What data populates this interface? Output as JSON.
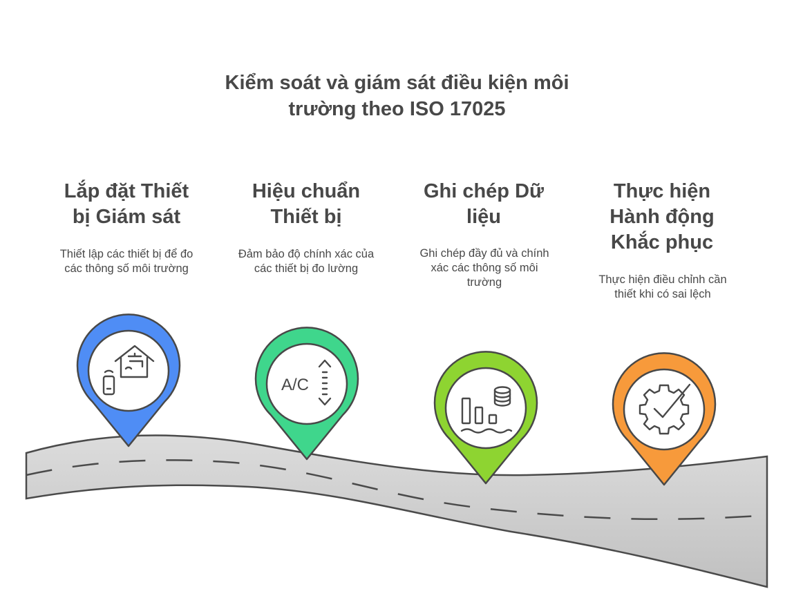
{
  "title_line1": "Kiểm soát và giám sát điều kiện môi",
  "title_line2": "trường theo ISO 17025",
  "steps": [
    {
      "title_lines": [
        "Lắp đặt Thiết",
        "bị Giám sát"
      ],
      "desc_lines": [
        "Thiết lập các thiết bị để đo",
        "các thông số môi trường"
      ],
      "color": "#4f8df5",
      "icon": "smart-home-faucet-icon"
    },
    {
      "title_lines": [
        "Hiệu chuẩn",
        "Thiết bị"
      ],
      "desc_lines": [
        "Đảm bảo độ chính xác của",
        "các thiết bị đo lường"
      ],
      "color": "#3fd68c",
      "icon": "ac-calibration-icon",
      "icon_text": "A/C"
    },
    {
      "title_lines": [
        "Ghi chép Dữ",
        "liệu"
      ],
      "desc_lines": [
        "Ghi chép đầy đủ và chính",
        "xác các thông số môi",
        "trường"
      ],
      "color": "#8ed431",
      "icon": "bar-chart-database-icon"
    },
    {
      "title_lines": [
        "Thực hiện",
        "Hành động",
        "Khắc phục"
      ],
      "desc_lines": [
        "Thực hiện điều chỉnh cần",
        "thiết khi có sai lệch"
      ],
      "color": "#f79a3b",
      "icon": "gear-check-icon"
    }
  ]
}
